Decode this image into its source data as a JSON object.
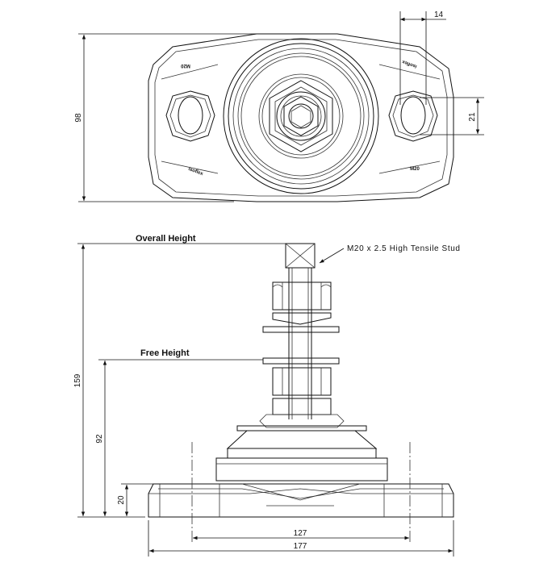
{
  "top_view": {
    "dim_overall_depth": "98",
    "dim_hole_width": "14",
    "dim_hole_length": "21",
    "markings": [
      "M20",
      "isoflex",
      "isoflex",
      "M20"
    ]
  },
  "side_view": {
    "overall_height_label": "Overall Height",
    "free_height_label": "Free Height",
    "stud_callout": "M20 x 2.5 High Tensile Stud",
    "dim_overall_height": "159",
    "dim_free_height": "92",
    "dim_base_thickness": "20",
    "dim_hole_centres": "127",
    "dim_base_length": "177"
  }
}
